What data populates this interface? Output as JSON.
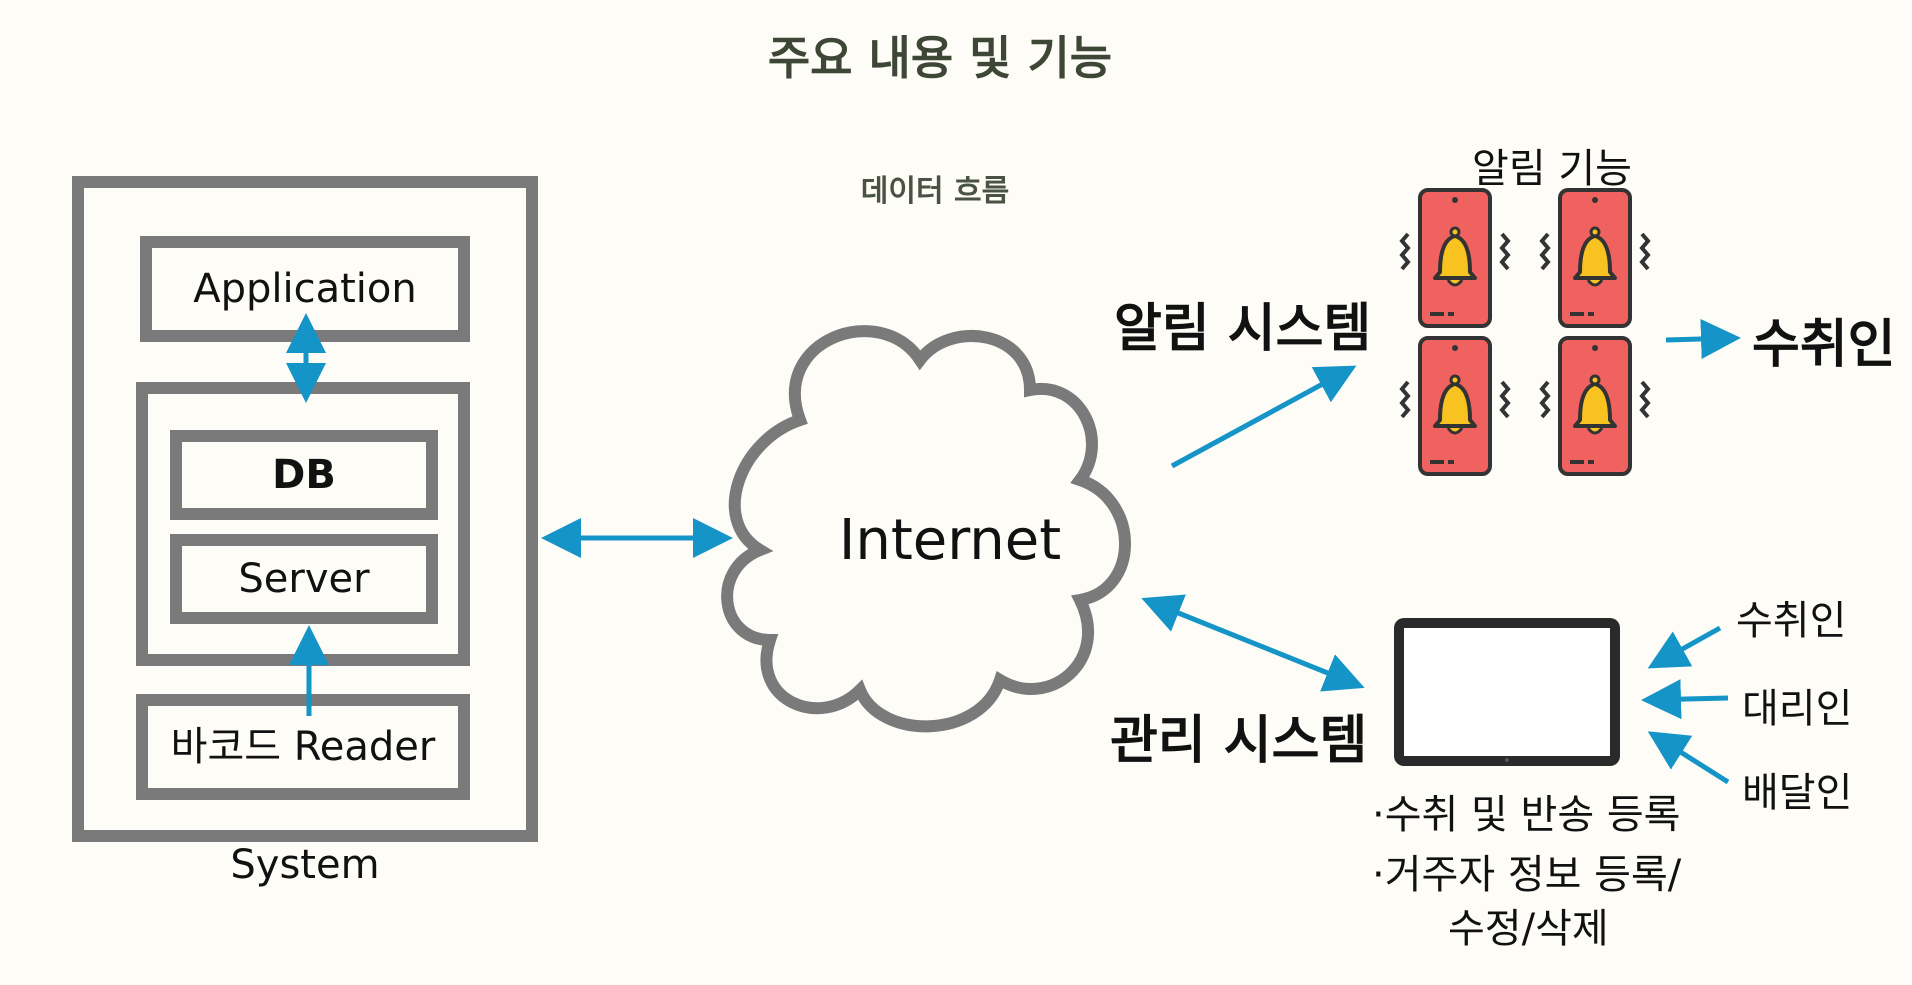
{
  "title": "주요 내용 및 기능",
  "flow_label": "데이터 흐름",
  "system": {
    "caption": "System",
    "application": "Application",
    "db": "DB",
    "server": "Server",
    "reader": "바코드 Reader"
  },
  "internet": "Internet",
  "alarm": {
    "header": "알림 기능",
    "system_label": "알림 시스템",
    "recipient": "수취인",
    "icon": "phone-bell-icon"
  },
  "management": {
    "system_label": "관리 시스템",
    "actors": [
      "수취인",
      "대리인",
      "배달인"
    ],
    "features": [
      "·수취 및 반송 등록",
      "·거주자 정보 등록/",
      "수정/삭제"
    ],
    "icon": "tablet-icon"
  },
  "colors": {
    "arrow": "#1594c8",
    "border": "#7a7a7a",
    "phone": "#f0625f",
    "bell": "#f8c220",
    "title": "#3e4636"
  }
}
